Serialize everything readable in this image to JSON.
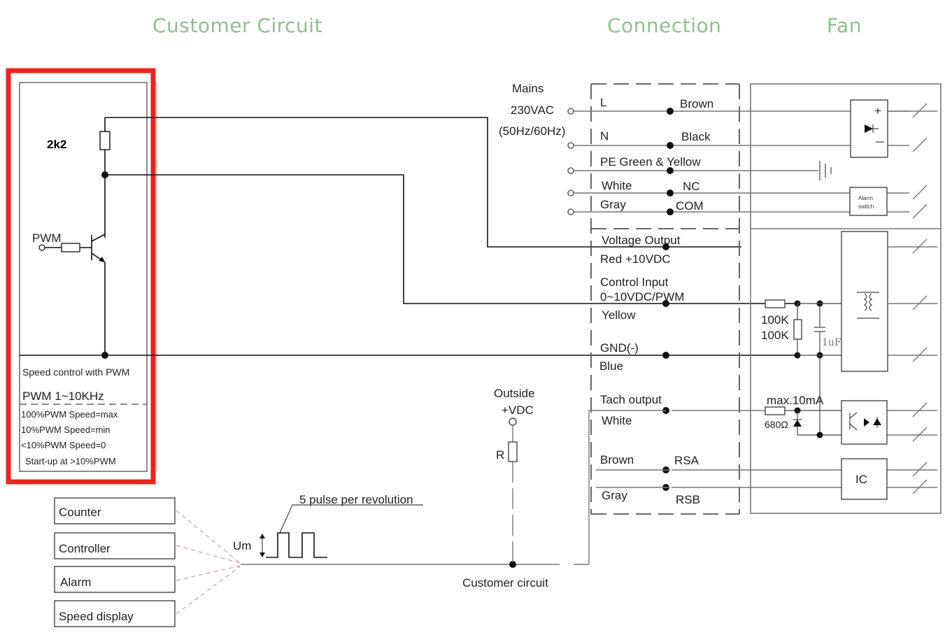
{
  "headers": {
    "customer_circuit": "Customer Circuit",
    "connection": "Connection",
    "fan": "Fan"
  },
  "customer": {
    "resistor_label": "2k2",
    "pwm_label": "PWM",
    "notes": [
      "Speed control with PWM",
      "PWM 1~10KHz",
      "100%PWM Speed=max",
      "10%PWM Speed=min",
      "<10%PWM Speed=0",
      "Start-up at >10%PWM"
    ],
    "highlight_color": "#e8261b"
  },
  "mains": {
    "title": "Mains",
    "voltage": "230VAC",
    "frequency": "(50Hz/60Hz)"
  },
  "connection": {
    "L": "L",
    "brown": "Brown",
    "N": "N",
    "black": "Black",
    "pe": "PE Green & Yellow",
    "white": "White",
    "nc": "NC",
    "gray": "Gray",
    "com": "COM",
    "voltage_output": "Voltage Output",
    "red_10vdc": "Red +10VDC",
    "control_input": "Control Input",
    "control_range": "0~10VDC/PWM",
    "yellow": "Yellow",
    "gnd": "GND(-)",
    "blue": "Blue",
    "tach_output": "Tach output",
    "tach_white": "White",
    "brown2": "Brown",
    "rsa": "RSA",
    "gray2": "Gray",
    "rsb": "RSB"
  },
  "fan": {
    "alarm_switch_1": "Alarm",
    "alarm_switch_2": "switch",
    "r1": "100K",
    "r2": "100K",
    "cap": "1uF",
    "max_current": "max.10mA",
    "tach_resistor": "680Ω",
    "ic": "IC"
  },
  "outside": {
    "title": "Outside",
    "vdc": "+VDC",
    "r": "R"
  },
  "pulse": {
    "label": "5 pulse per revolution",
    "um": "Um",
    "customer_circuit": "Customer circuit"
  },
  "devices": [
    "Counter",
    "Controller",
    "Alarm",
    "Speed display"
  ]
}
